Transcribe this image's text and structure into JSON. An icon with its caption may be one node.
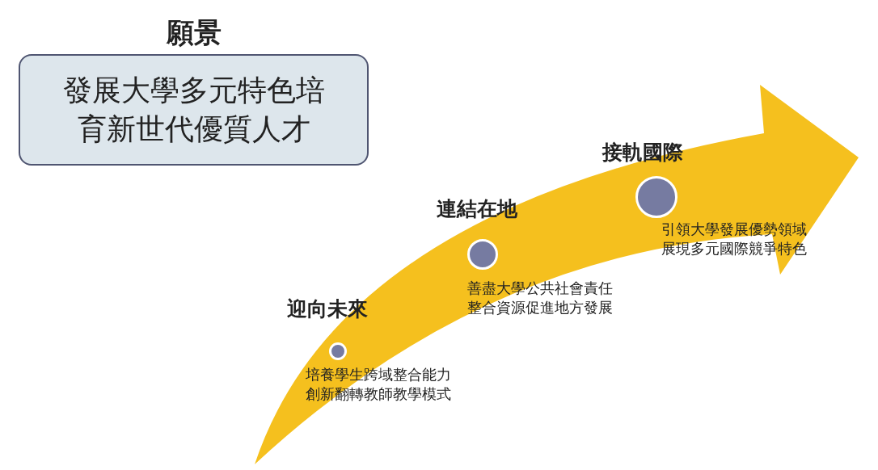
{
  "diagram": {
    "nodes": [
      {
        "text": [
          "願景",
          "發展大學多元特色培育新世代優質人才"
        ]
      },
      {
        "text": [],
        "shape": "circle",
        "beside": [
          "迎向未來",
          "培養學生跨域整合能力創新翻轉教師教學模式"
        ]
      },
      {
        "text": [],
        "shape": "circle",
        "beside": [
          "連結在地",
          "善盡大學公共社會責任整合資源促進地方發展"
        ]
      },
      {
        "text": [],
        "shape": "circle",
        "beside": [
          "接軌國際",
          "引領大學發展優勢領域展現多元國際競爭特色"
        ]
      }
    ],
    "edges": []
  }
}
